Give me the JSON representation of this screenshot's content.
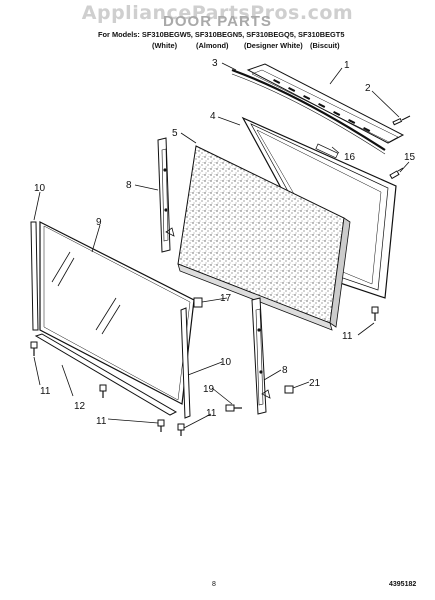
{
  "header": {
    "watermark": "AppliancePartsPros.com",
    "title": "DOOR PARTS",
    "models_line": "For Models: SF310BEGW5, SF310BEGN5, SF310BEGQ5, SF310BEGT5",
    "colors": [
      "(White)",
      "(Almond)",
      "(Designer White)",
      "(Biscuit)"
    ]
  },
  "callouts": {
    "c1": "1",
    "c2": "2",
    "c3": "3",
    "c4": "4",
    "c5": "5",
    "c8a": "8",
    "c8b": "8",
    "c9": "9",
    "c10a": "10",
    "c10b": "10",
    "c11a": "11",
    "c11b": "11",
    "c11c": "11",
    "c11d": "11",
    "c12": "12",
    "c15": "15",
    "c16": "16",
    "c17": "17",
    "c19": "19",
    "c21": "21"
  },
  "footer": {
    "page_number": "8",
    "document_number": "4395182"
  }
}
